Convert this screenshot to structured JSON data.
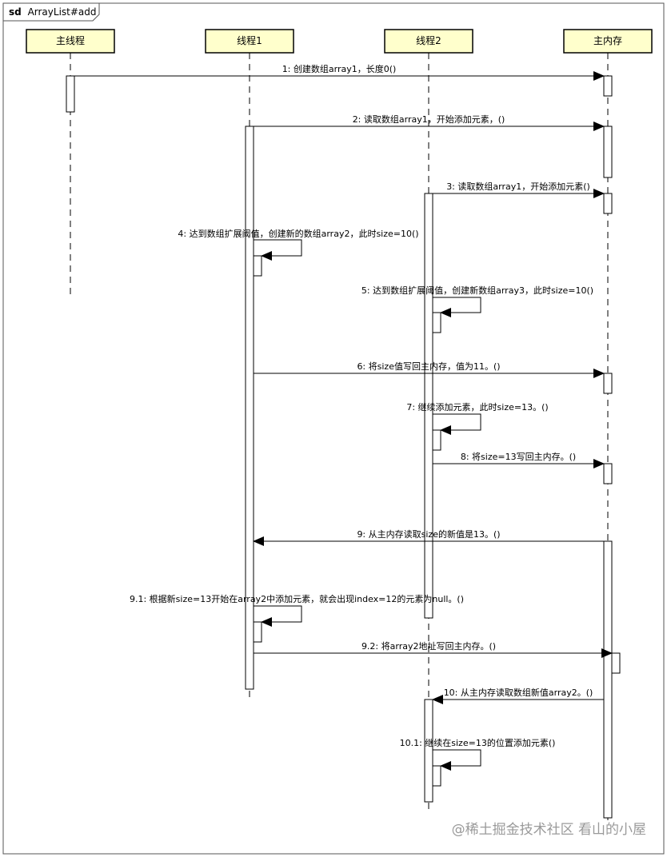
{
  "frame": {
    "keyword": "sd",
    "name": "ArrayList#add"
  },
  "participants": [
    {
      "id": "main",
      "label": "主线程"
    },
    {
      "id": "t1",
      "label": "线程1"
    },
    {
      "id": "t2",
      "label": "线程2"
    },
    {
      "id": "mem",
      "label": "主内存"
    }
  ],
  "messages": [
    {
      "from": "main",
      "to": "mem",
      "label": "1: 创建数组array1，长度0()"
    },
    {
      "from": "t1",
      "to": "mem",
      "label": "2: 读取数组array1，开始添加元素，()"
    },
    {
      "from": "t2",
      "to": "mem",
      "label": "3: 读取数组array1，开始添加元素()"
    },
    {
      "from": "t1",
      "to": "t1",
      "label": "4: 达到数组扩展阈值，创建新的数组array2，此时size=10()"
    },
    {
      "from": "t2",
      "to": "t2",
      "label": "5: 达到数组扩展阈值，创建新数组array3，此时size=10()"
    },
    {
      "from": "t1",
      "to": "mem",
      "label": "6: 将size值写回主内存，值为11。()"
    },
    {
      "from": "t2",
      "to": "t2",
      "label": "7: 继续添加元素，此时size=13。()"
    },
    {
      "from": "t2",
      "to": "mem",
      "label": "8: 将size=13写回主内存。()"
    },
    {
      "from": "mem",
      "to": "t1",
      "label": "9: 从主内存读取size的新值是13。()"
    },
    {
      "from": "t1",
      "to": "t1",
      "label": "9.1: 根据新size=13开始在array2中添加元素，就会出现index=12的元素为null。()"
    },
    {
      "from": "t1",
      "to": "mem",
      "label": "9.2: 将array2地址写回主内存。()"
    },
    {
      "from": "mem",
      "to": "t2",
      "label": "10: 从主内存读取数组新值array2。()"
    },
    {
      "from": "t2",
      "to": "t2",
      "label": "10.1: 继续在size=13的位置添加元素()"
    }
  ],
  "watermark": "@稀土掘金技术社区   看山的小屋",
  "colors": {
    "participant_fill": "#ffffcc",
    "line": "#000000",
    "frame_border": "#555555"
  }
}
